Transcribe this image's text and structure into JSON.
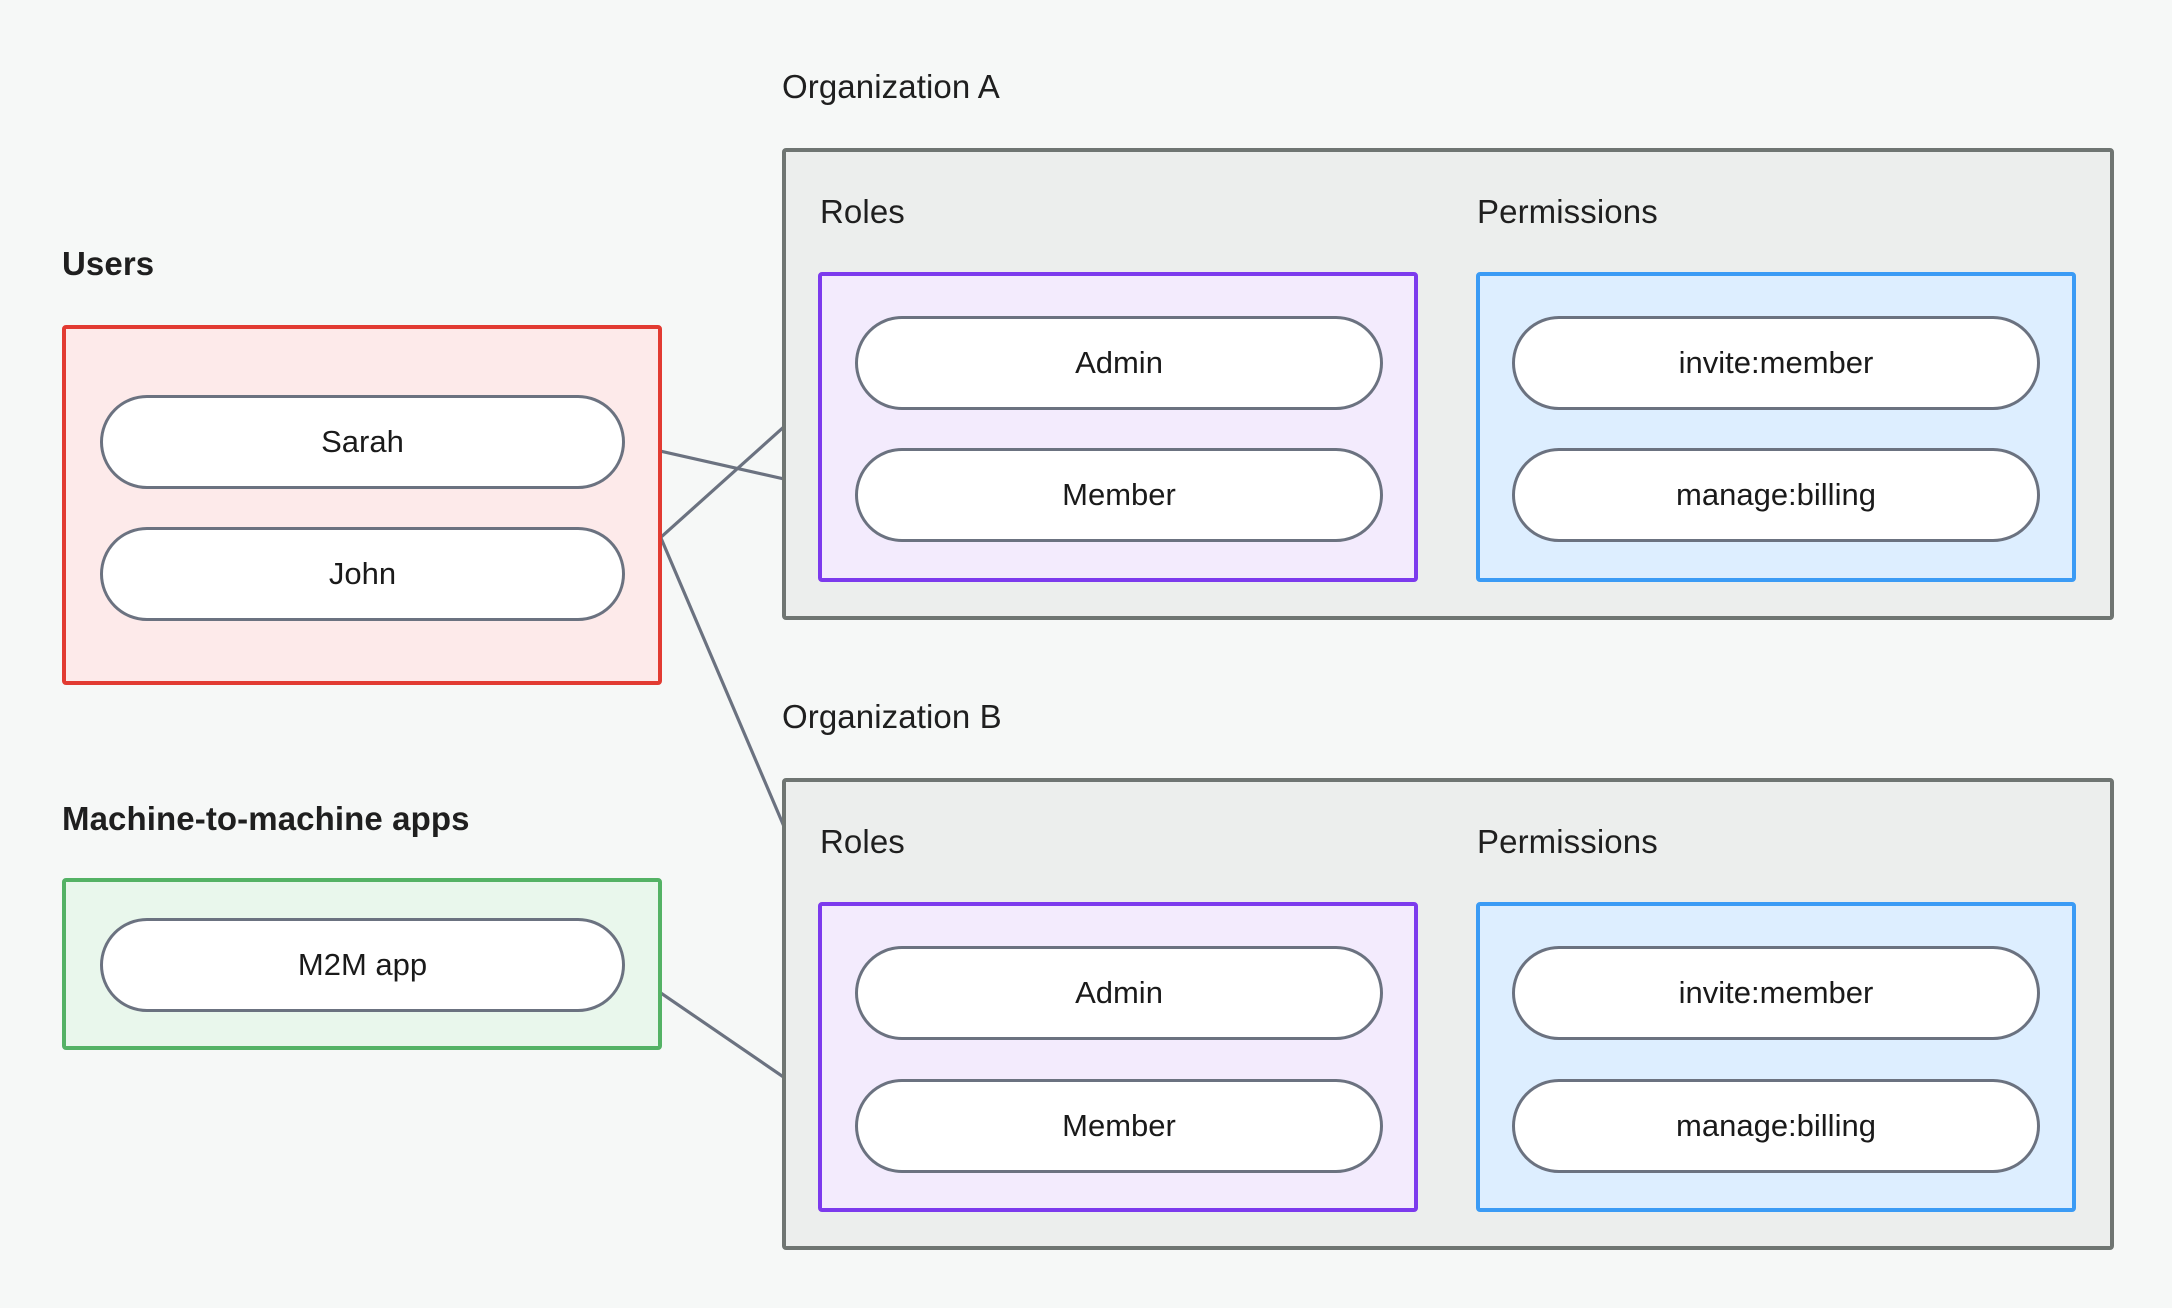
{
  "captions": {
    "users": "Users",
    "m2m": "Machine-to-machine apps",
    "org_a": "Organization A",
    "org_b": "Organization B",
    "roles_a": "Roles",
    "permissions_a": "Permissions",
    "roles_b": "Roles",
    "permissions_b": "Permissions"
  },
  "colors": {
    "canvas": "#f6f8f7",
    "users_border": "#e23b32",
    "users_fill": "#fdeaea",
    "m2m_border": "#54b265",
    "m2m_fill": "#e9f7ec",
    "org_border": "#6f7572",
    "org_fill": "#eceeed",
    "roles_border": "#7c3aed",
    "roles_fill": "#f3ebfd",
    "permissions_border": "#3b9bf5",
    "permissions_fill": "#ddeeff",
    "node_border": "#6b7280",
    "node_fill": "#ffffff",
    "edge": "#6b7280",
    "text": "#1a1a1a"
  },
  "nodes": {
    "users": [
      "Sarah",
      "John"
    ],
    "m2m": [
      "M2M app"
    ],
    "org_a_roles": [
      "Admin",
      "Member"
    ],
    "org_a_permissions": [
      "invite:member",
      "manage:billing"
    ],
    "org_b_roles": [
      "Admin",
      "Member"
    ],
    "org_b_permissions": [
      "invite:member",
      "manage:billing"
    ]
  },
  "edges": [
    {
      "from": "Sarah",
      "to": "Organization A / Member"
    },
    {
      "from": "Sarah",
      "to": "Organization B / Admin"
    },
    {
      "from": "John",
      "to": "Organization A / Admin"
    },
    {
      "from": "M2M app",
      "to": "Organization B / Member"
    },
    {
      "from": "Organization A / Admin",
      "to": "Organization A / invite:member"
    },
    {
      "from": "Organization A / Admin",
      "to": "Organization A / manage:billing"
    },
    {
      "from": "Organization A / Member",
      "to": "Organization A / manage:billing"
    },
    {
      "from": "Organization B / Admin",
      "to": "Organization B / invite:member"
    },
    {
      "from": "Organization B / Admin",
      "to": "Organization B / manage:billing"
    },
    {
      "from": "Organization B / Member",
      "to": "Organization B / manage:billing"
    }
  ]
}
